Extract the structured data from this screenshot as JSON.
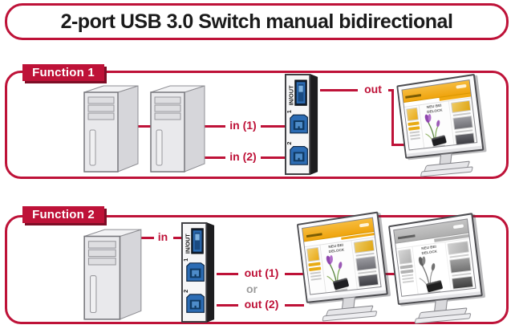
{
  "title": "2-port USB 3.0 Switch manual bidirectional",
  "accent_color": "#be1238",
  "function1": {
    "label": "Function 1",
    "in1_label": "in (1)",
    "in2_label": "in (2)",
    "out_label": "out",
    "computers": 2,
    "monitors": 1
  },
  "function2": {
    "label": "Function 2",
    "in_label": "in",
    "out1_label": "out (1)",
    "or_label": "or",
    "out2_label": "out (2)",
    "computers": 1,
    "monitors": 2
  },
  "switch_device": {
    "top_port_label": "IN/OUT",
    "port1_label": "1",
    "port2_label": "2"
  },
  "monitor_screen": {
    "heading_line1": "NEU BEI",
    "heading_line2": "DELOCK"
  }
}
